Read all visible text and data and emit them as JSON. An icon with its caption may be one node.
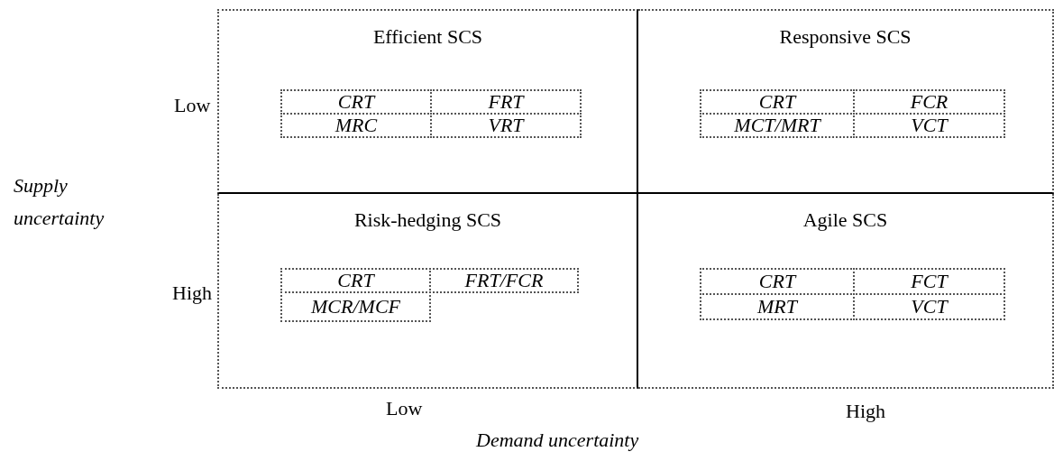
{
  "diagram": {
    "nodes": [
      {
        "text": [
          "Efficient SCS"
        ]
      },
      {
        "text": [
          "CRT"
        ],
        "in": 0
      },
      {
        "text": [
          "FRT"
        ],
        "in": 0
      },
      {
        "text": [
          "MRC"
        ],
        "in": 0
      },
      {
        "text": [
          "VRT"
        ],
        "in": 0
      },
      {
        "text": [
          "Responsive SCS"
        ]
      },
      {
        "text": [
          "CRT"
        ],
        "in": 5
      },
      {
        "text": [
          "FCR"
        ],
        "in": 5
      },
      {
        "text": [
          "MCT/MRT"
        ],
        "in": 5
      },
      {
        "text": [
          "VCT"
        ],
        "in": 5
      },
      {
        "text": [
          "Risk-hedging SCS"
        ]
      },
      {
        "text": [
          "CRT"
        ],
        "in": 10
      },
      {
        "text": [
          "FRT/FCR"
        ],
        "in": 10
      },
      {
        "text": [
          "MCR/MCF"
        ],
        "in": 10
      },
      {
        "text": [
          "Agile SCS"
        ]
      },
      {
        "text": [
          "CRT"
        ],
        "in": 14
      },
      {
        "text": [
          "FCT"
        ],
        "in": 14
      },
      {
        "text": [
          "MRT"
        ],
        "in": 14
      },
      {
        "text": [
          "VCT"
        ],
        "in": 14
      }
    ],
    "edges": [],
    "labels": [
      "Low",
      "Supply uncertainty",
      "High",
      "Low",
      "High",
      "Demand uncertainty"
    ]
  }
}
